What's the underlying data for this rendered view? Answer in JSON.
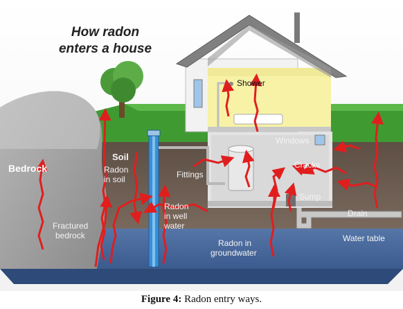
{
  "title_line1": "How radon",
  "title_line2": "enters a house",
  "labels": {
    "shower": "Shower",
    "windows": "Windows",
    "cracks": "Cracks",
    "sump": "Sump",
    "drain": "Drain",
    "water_table": "Water table",
    "fittings": "Fittings",
    "soil": "Soil",
    "radon_in_soil_1": "Radon",
    "radon_in_soil_2": "in soil",
    "bedrock": "Bedrock",
    "fractured_1": "Fractured",
    "fractured_2": "bedrock",
    "well_1": "Radon",
    "well_2": "in well",
    "well_3": "water",
    "groundwater_1": "Radon in",
    "groundwater_2": "groundwater"
  },
  "caption": {
    "prefix": "Figure 4:",
    "text": " Radon entry ways."
  },
  "colors": {
    "arrow": "#e01e1e",
    "soil": "#6b5a4e",
    "groundwater": "#4a6fa5",
    "grass": "#3d9a2f",
    "rock": "#9c9c9c",
    "roof": "#7d7d7d",
    "interior": "#f6ee9a"
  }
}
